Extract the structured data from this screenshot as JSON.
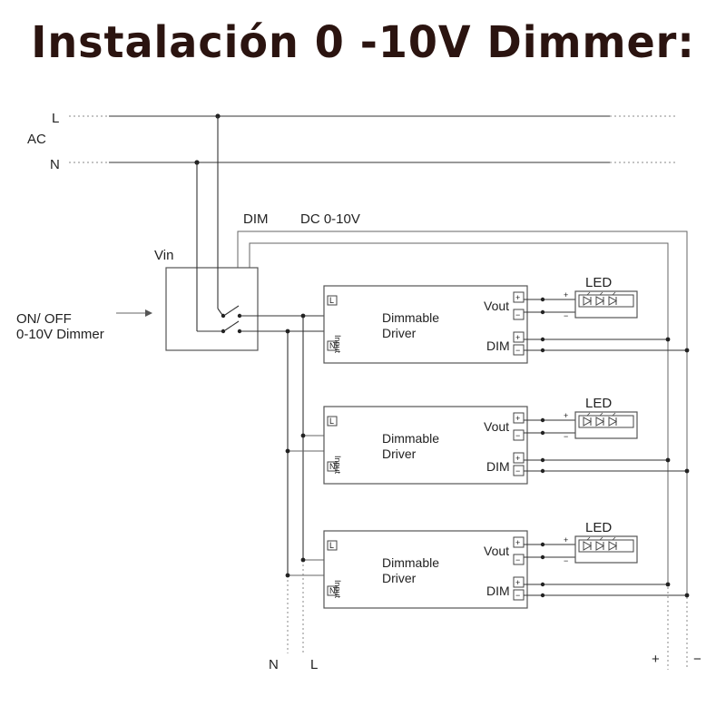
{
  "title": "Instalación 0 -10V Dimmer:",
  "labels": {
    "L": "L",
    "N": "N",
    "AC": "AC",
    "DIM": "DIM",
    "DC": "DC 0-10V",
    "Vin": "Vin",
    "onoff": "ON/ OFF",
    "dimmer": "0-10V Dimmer",
    "bottom_N": "N",
    "bottom_L": "L",
    "bottom_plus": "+",
    "bottom_minus": "−"
  },
  "drivers": [
    {
      "name_line1": "Dimmable",
      "name_line2": "Driver",
      "input": "Input",
      "term_L": "L",
      "term_N": "N",
      "vout": "Vout",
      "dim": "DIM",
      "plus": "+",
      "minus": "−",
      "led": "LED"
    },
    {
      "name_line1": "Dimmable",
      "name_line2": "Driver",
      "input": "Input",
      "term_L": "L",
      "term_N": "N",
      "vout": "Vout",
      "dim": "DIM",
      "plus": "+",
      "minus": "−",
      "led": "LED"
    },
    {
      "name_line1": "Dimmable",
      "name_line2": "Driver",
      "input": "Input",
      "term_L": "L",
      "term_N": "N",
      "vout": "Vout",
      "dim": "DIM",
      "plus": "+",
      "minus": "−",
      "led": "LED"
    }
  ]
}
